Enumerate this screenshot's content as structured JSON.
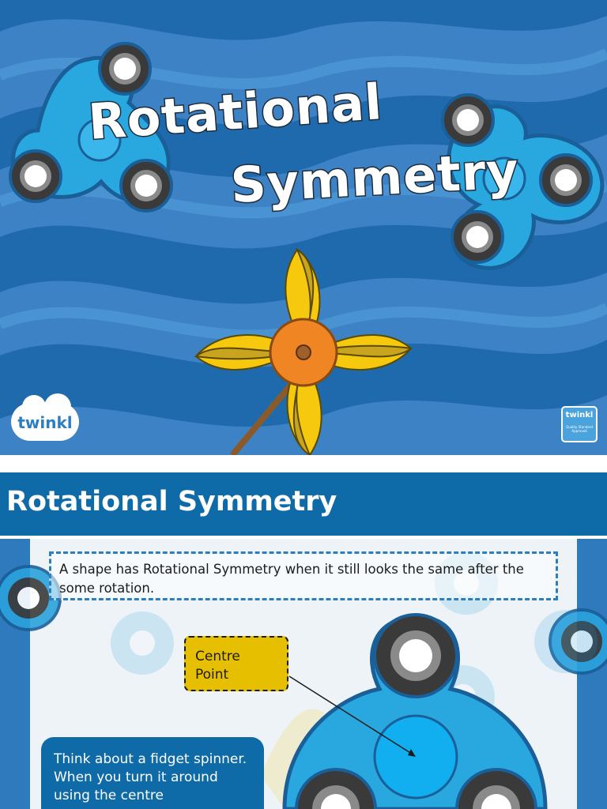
{
  "slide1": {
    "title_line_1": "Rotational",
    "title_line_2": "Symmetry",
    "logo_text": "twinkl",
    "badge_text": "twinkl",
    "badge_subtext": "Quality Standard Approved"
  },
  "slide2": {
    "header_title": "Rotational Symmetry",
    "definition": "A shape has Rotational Symmetry when it still looks the same after the some rotation.",
    "centre_label": "Centre Point",
    "info_text": "Think about a fidget spinner. When you turn it around using the centre"
  },
  "colors": {
    "slide1_background": "#3c82c4",
    "wave_dark": "#1f6aad",
    "spinner_blue": "#29a8e0",
    "spinner_dark": "#1b5f99",
    "header_blue": "#0e6ba8",
    "label_yellow": "#e6c000",
    "petal_yellow": "#f6c90e",
    "petal_olive": "#c9a41e",
    "centre_orange": "#ef8623"
  }
}
